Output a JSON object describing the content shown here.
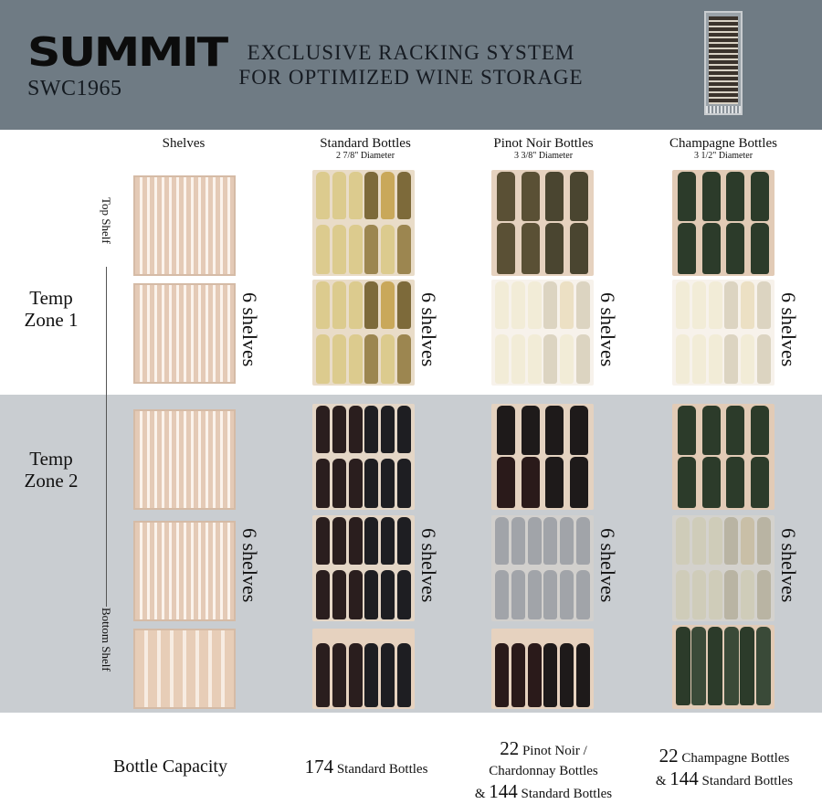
{
  "header": {
    "brand": "SUMMIT",
    "model": "SWC1965",
    "title_line1": "EXCLUSIVE RACKING SYSTEM",
    "title_line2": "FOR OPTIMIZED WINE STORAGE",
    "product_image": "wine-cellar-front-view"
  },
  "columns": [
    {
      "title": "Shelves",
      "subtitle": ""
    },
    {
      "title": "Standard Bottles",
      "subtitle": "2 7/8\" Diameter"
    },
    {
      "title": "Pinot Noir Bottles",
      "subtitle": "3 3/8\" Diameter"
    },
    {
      "title": "Champagne Bottles",
      "subtitle": "3 1/2\" Diameter"
    }
  ],
  "zones": [
    {
      "label_line1": "Temp",
      "label_line2": "Zone 1"
    },
    {
      "label_line1": "Temp",
      "label_line2": "Zone 2"
    }
  ],
  "axis": {
    "top": "Top Shelf",
    "bottom": "Bottom Shelf"
  },
  "shelf_count_label": "6 shelves",
  "colors": {
    "header_bg": "#6f7b84",
    "zone2_bg": "#c9cdd1",
    "rack_wood": "#e8d3c2",
    "white_wine": "#d9c98a",
    "red_wine": "#2a1e1e",
    "champagne": "#2c3b2a"
  },
  "capacity": {
    "label": "Bottle Capacity",
    "standard": {
      "count": "174",
      "text": "Standard Bottles"
    },
    "pinot": {
      "count1": "22",
      "text1": "Pinot Noir /",
      "text1b": "Chardonnay Bottles",
      "amp": "&",
      "count2": "144",
      "text2": "Standard Bottles"
    },
    "champagne": {
      "count1": "22",
      "text1": "Champagne Bottles",
      "amp": "&",
      "count2": "144",
      "text2": "Standard Bottles"
    }
  }
}
